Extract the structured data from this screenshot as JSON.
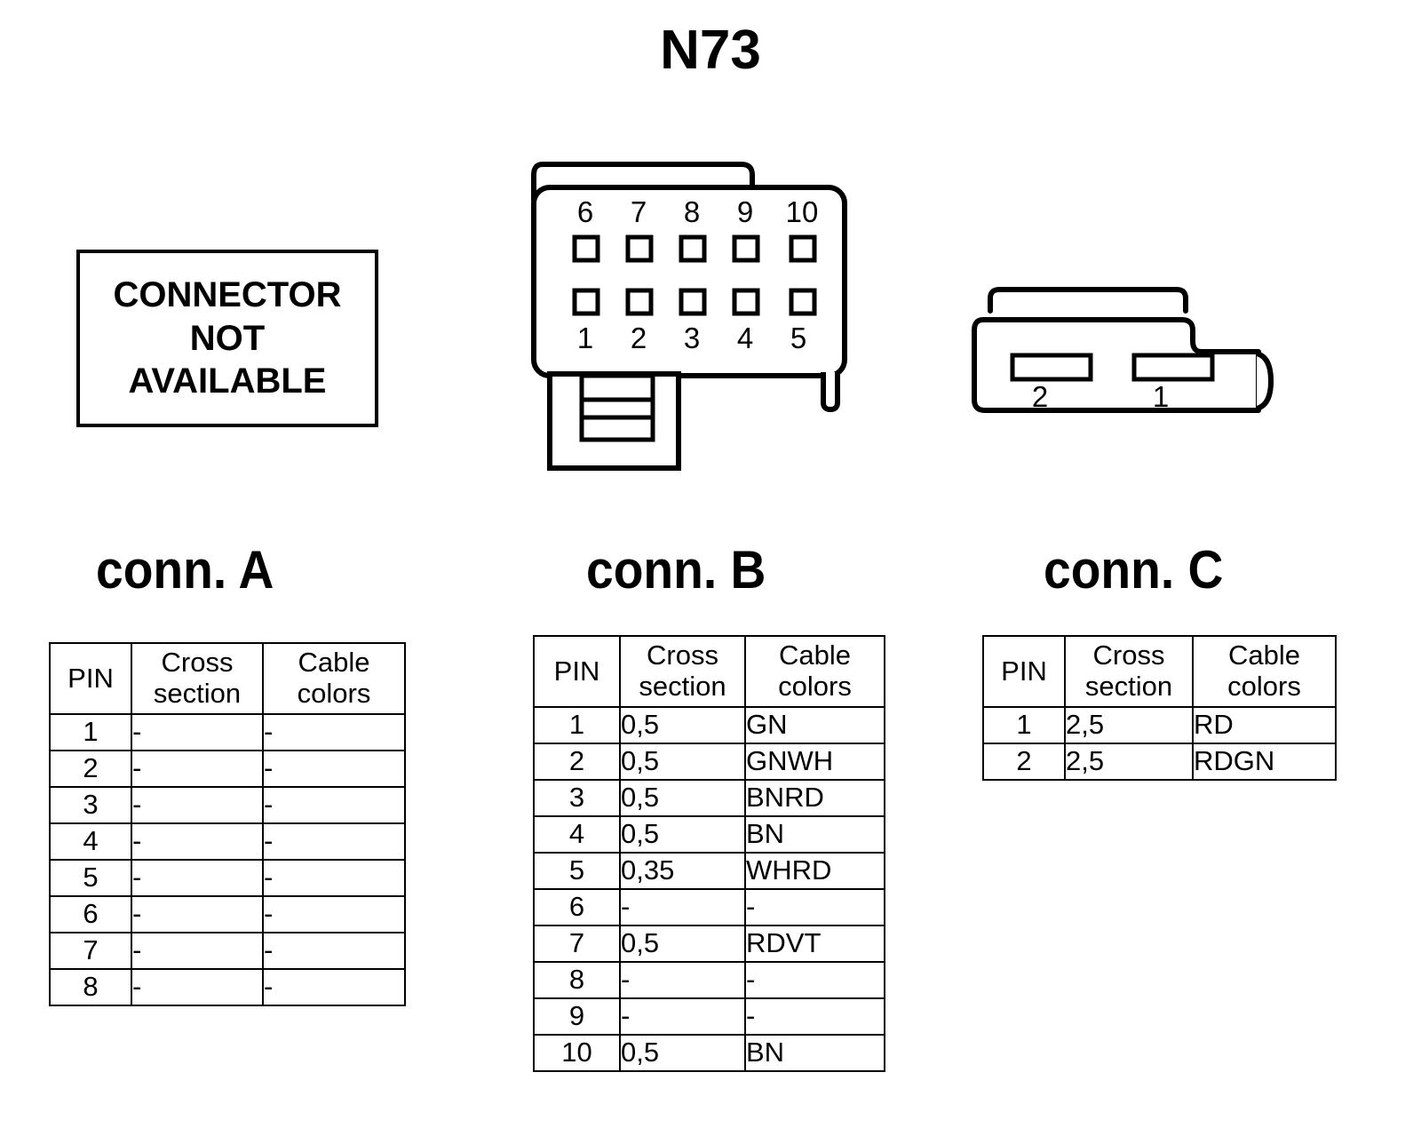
{
  "title": "N73",
  "notice": {
    "name": "connector-not-available",
    "lines": [
      "CONNECTOR",
      "NOT",
      "AVAILABLE"
    ]
  },
  "diagrams": {
    "connector_b": {
      "name": "connector-b-diagram",
      "top_row_labels": [
        "6",
        "7",
        "8",
        "9",
        "10"
      ],
      "bottom_row_labels": [
        "1",
        "2",
        "3",
        "4",
        "5"
      ],
      "cavity_count": 10
    },
    "connector_c": {
      "name": "connector-c-diagram",
      "labels": [
        "2",
        "1"
      ],
      "cavity_count": 2
    }
  },
  "sections": [
    {
      "label": "conn. A",
      "table": "table_a"
    },
    {
      "label": "conn. B",
      "table": "table_b"
    },
    {
      "label": "conn. C",
      "table": "table_c"
    }
  ],
  "table_headers": [
    "PIN",
    "Cross\nsection",
    "Cable\ncolors"
  ],
  "table_a": {
    "caption": "conn. A",
    "headers": [
      "PIN",
      "Cross\nsection",
      "Cable\ncolors"
    ],
    "rows": [
      {
        "pin": "1",
        "cross_section": "-",
        "cable_colors": "-"
      },
      {
        "pin": "2",
        "cross_section": "-",
        "cable_colors": "-"
      },
      {
        "pin": "3",
        "cross_section": "-",
        "cable_colors": "-"
      },
      {
        "pin": "4",
        "cross_section": "-",
        "cable_colors": "-"
      },
      {
        "pin": "5",
        "cross_section": "-",
        "cable_colors": "-"
      },
      {
        "pin": "6",
        "cross_section": "-",
        "cable_colors": "-"
      },
      {
        "pin": "7",
        "cross_section": "-",
        "cable_colors": "-"
      },
      {
        "pin": "8",
        "cross_section": "-",
        "cable_colors": "-"
      }
    ]
  },
  "table_b": {
    "caption": "conn. B",
    "headers": [
      "PIN",
      "Cross\nsection",
      "Cable\ncolors"
    ],
    "rows": [
      {
        "pin": "1",
        "cross_section": "0,5",
        "cable_colors": "GN"
      },
      {
        "pin": "2",
        "cross_section": "0,5",
        "cable_colors": "GNWH"
      },
      {
        "pin": "3",
        "cross_section": "0,5",
        "cable_colors": "BNRD"
      },
      {
        "pin": "4",
        "cross_section": "0,5",
        "cable_colors": "BN"
      },
      {
        "pin": "5",
        "cross_section": "0,35",
        "cable_colors": "WHRD"
      },
      {
        "pin": "6",
        "cross_section": "-",
        "cable_colors": "-"
      },
      {
        "pin": "7",
        "cross_section": "0,5",
        "cable_colors": "RDVT"
      },
      {
        "pin": "8",
        "cross_section": "-",
        "cable_colors": "-"
      },
      {
        "pin": "9",
        "cross_section": "-",
        "cable_colors": "-"
      },
      {
        "pin": "10",
        "cross_section": "0,5",
        "cable_colors": "BN"
      }
    ]
  },
  "table_c": {
    "caption": "conn. C",
    "headers": [
      "PIN",
      "Cross\nsection",
      "Cable\ncolors"
    ],
    "rows": [
      {
        "pin": "1",
        "cross_section": "2,5",
        "cable_colors": "RD"
      },
      {
        "pin": "2",
        "cross_section": "2,5",
        "cable_colors": "RDGN"
      }
    ]
  },
  "colors": {
    "stroke": "#000000",
    "background": "#ffffff"
  }
}
